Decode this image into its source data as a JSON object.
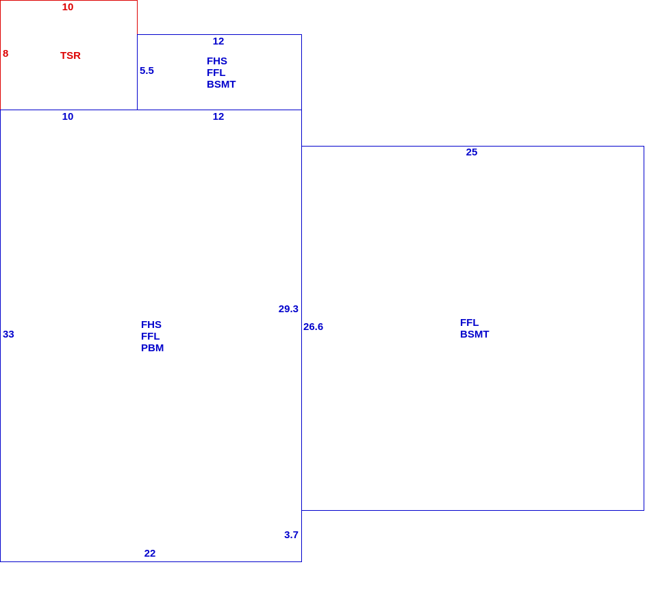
{
  "colors": {
    "outline": "#0000cc",
    "highlight": "#dd0000"
  },
  "tsr": {
    "top": "10",
    "side": "8",
    "code": "TSR"
  },
  "upper": {
    "top": "12",
    "side": "5.5",
    "codes": [
      "FHS",
      "FFL",
      "BSMT"
    ],
    "bottom": "12"
  },
  "main": {
    "top": "10",
    "left": "33",
    "right_upper": "29.3",
    "right_lower": "3.7",
    "bottom": "22",
    "codes": [
      "FHS",
      "FFL",
      "PBM"
    ]
  },
  "east": {
    "top": "25",
    "left": "26.6",
    "codes": [
      "FFL",
      "BSMT"
    ]
  }
}
